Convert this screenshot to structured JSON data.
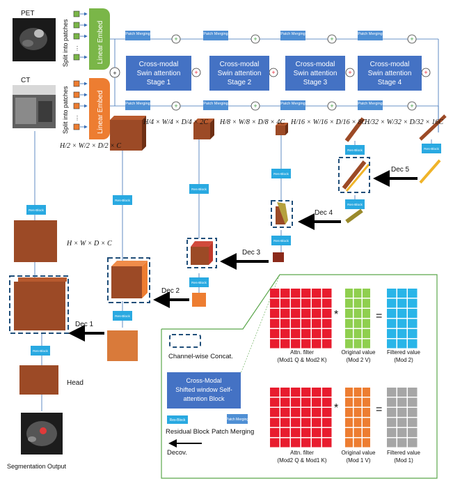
{
  "inputs": {
    "pet": "PET",
    "ct": "CT"
  },
  "split_label": "Split into patches",
  "embed_label": "Linear Embed",
  "patch_merging": "Patch Merging",
  "res_block": "Res-Block",
  "stage_line1": "Cross-modal",
  "stage_line2": "Swin attention",
  "stages": [
    "Stage 1",
    "Stage 2",
    "Stage 3",
    "Stage 4"
  ],
  "dims": {
    "d0": "H/2 × W/2 × D/2 × C",
    "d1": "H/4 × W/4 × D/4 × 2C",
    "d2": "H/8 × W/8 × D/8 × 4C",
    "d3": "H/16 × W/16 × D/16 × 8C",
    "d4": "H/32 × W/32 × D/32 × 16C",
    "full": "H × W × D × C"
  },
  "decoders": [
    "Dec 1",
    "Dec 2",
    "Dec 3",
    "Dec 4",
    "Dec 5"
  ],
  "head": "Head",
  "output_label": "Segmentation Output",
  "legend": {
    "concat": "Channel-wise Concat.",
    "attn_block": [
      "Cross-Modal",
      "Shifted window Self-",
      "attention Block"
    ],
    "residual": "Residual Block",
    "patch_merging": "Patch Merging",
    "decov": "Decov."
  },
  "attention": {
    "row1": {
      "filter": [
        "Attn. filter",
        "(Mod1 Q & Mod2 K)"
      ],
      "value": [
        "Original value",
        "(Mod 2 V)"
      ],
      "filtered": [
        "Filtered value",
        "(Mod 2)"
      ]
    },
    "row2": {
      "filter": [
        "Attn. filter",
        "(Mod2 Q & Mod1 K)"
      ],
      "value": [
        "Original value",
        "(Mod 1 V)"
      ],
      "filtered": [
        "Filtered value",
        "(Mod 1)"
      ]
    },
    "multiply": "*",
    "equals": "="
  },
  "colors": {
    "embed_green": "#7ab648",
    "embed_orange": "#ed7d31",
    "stage_blue": "#4472c4",
    "res_cyan": "#29a9e1",
    "cube_brown": "#9c4a26",
    "attn_red": "#e81c2e",
    "value_green": "#8fcf4f",
    "value_orange": "#ed7d31",
    "filtered_blue": "#29b5e8",
    "filtered_gray": "#a6a6a6",
    "legend_border": "#5aa64b"
  }
}
